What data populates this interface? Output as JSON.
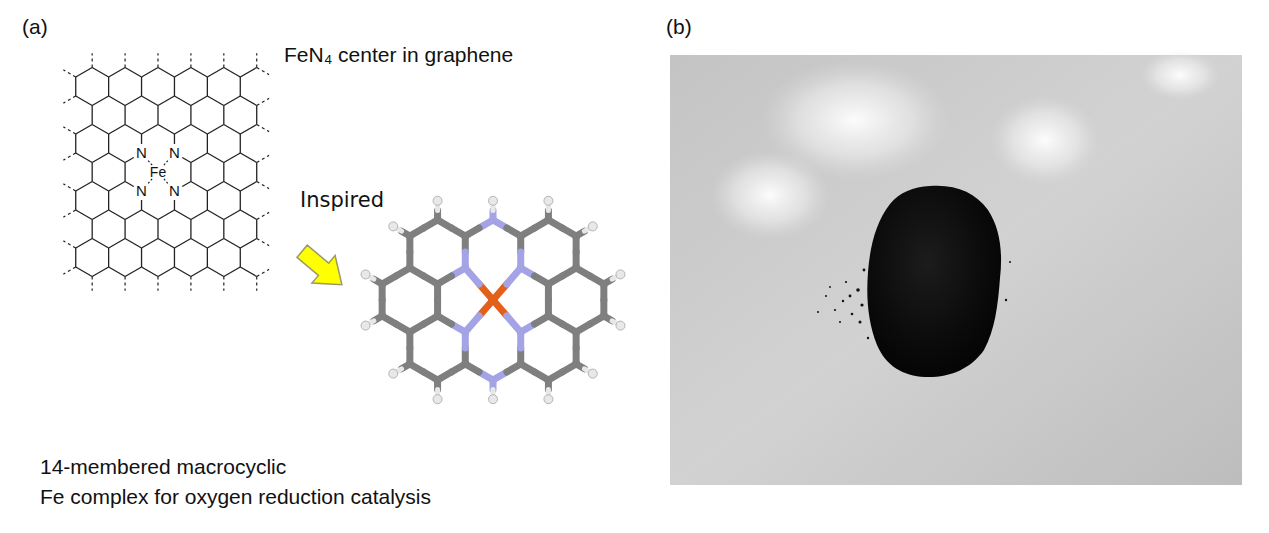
{
  "diagram": {
    "labels": [
      "(a)",
      "FeN₄ center in graphene",
      "N",
      "N",
      "N",
      "N",
      "Fe",
      "Inspired",
      "14-membered macrocyclic Fe complex for oxygen reduction catalysis",
      "(b)"
    ]
  }
}
